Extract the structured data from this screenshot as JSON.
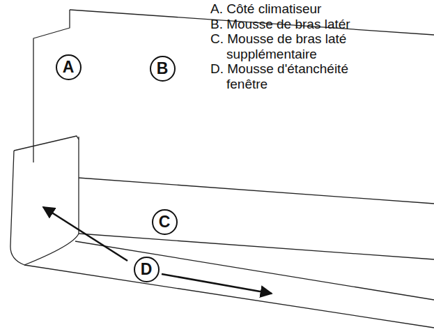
{
  "diagram": {
    "nodes": [
      {
        "text": [
          "A"
        ]
      },
      {
        "text": [
          "B"
        ]
      },
      {
        "text": [
          "C"
        ]
      },
      {
        "text": [
          "D"
        ]
      }
    ],
    "labels": [
      "A. Côté climatiseur",
      "B. Mousse de bras latér",
      "C. Mousse de bras laté supplémentaire",
      "D. Mousse d'étanchéité fenêtre"
    ]
  }
}
